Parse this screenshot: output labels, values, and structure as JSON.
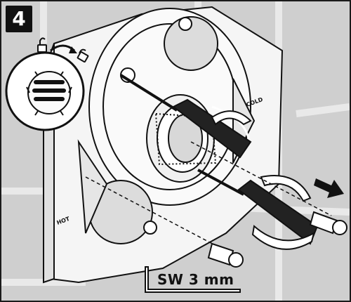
{
  "step": {
    "number": "4"
  },
  "tool": {
    "label": "SW 3 mm",
    "icon": "allen-key-icon"
  },
  "housing": {
    "hot_text": "HOT",
    "cold_text": "COLD"
  },
  "icons": {
    "locked": "padlock-closed-icon",
    "unlocked": "padlock-open-icon",
    "rotate": "rotate-arrow-icon",
    "remove": "remove-direction-arrow-icon"
  },
  "colors": {
    "background": "#cfcfcf",
    "line": "#111111",
    "tile": "#e3e3e3"
  }
}
